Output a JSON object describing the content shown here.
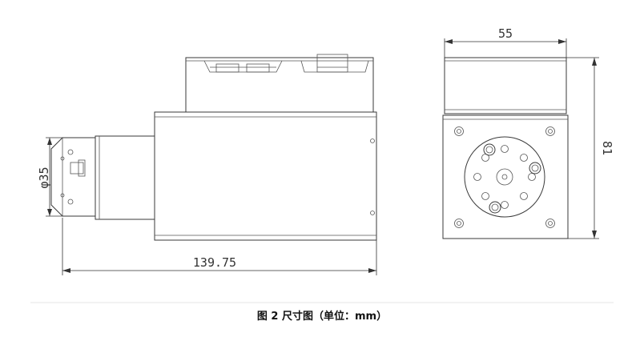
{
  "figure": {
    "caption": "图 2 尺寸图（单位：mm）"
  },
  "dimensions": {
    "diameter": "φ35",
    "length": "139.75",
    "width": "55",
    "height": "81"
  }
}
